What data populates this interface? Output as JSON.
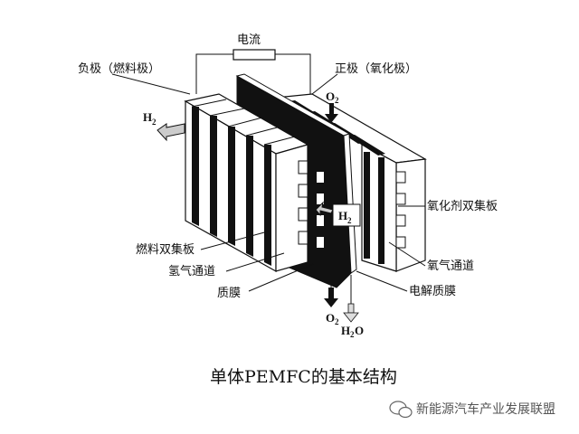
{
  "labels": {
    "current": "电流",
    "anode": "负极（燃料极）",
    "cathode": "正极（氧化极）",
    "oxidant_plate": "氧化剂双集板",
    "fuel_plate": "燃料双集板",
    "hydrogen_channel": "氢气通道",
    "oxygen_channel": "氧气通道",
    "proton_membrane": "质膜",
    "electrolyte_membrane": "电解质膜"
  },
  "chem": {
    "h2_in_main": "H",
    "h2_in_sub": "2",
    "h2_box_main": "H",
    "h2_box_sub": "2",
    "o2_top_main": "O",
    "o2_top_sub": "2",
    "o2_bottom_main": "O",
    "o2_bottom_sub": "2",
    "h2o_main_1": "H",
    "h2o_sub": "2",
    "h2o_main_2": "O"
  },
  "caption": "单体PEMFC的基本结构",
  "watermark": "新能源汽车产业发展联盟",
  "icons": {
    "watermark_icon": "wechat-icon"
  }
}
